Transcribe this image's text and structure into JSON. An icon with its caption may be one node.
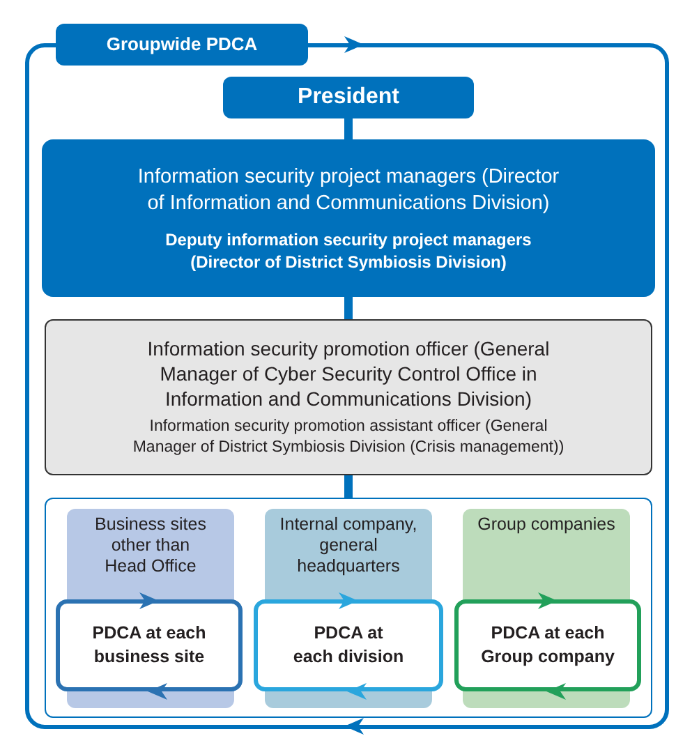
{
  "diagram": {
    "nodes": [
      {
        "text": [
          "Groupwide PDCA"
        ]
      },
      {
        "text": [
          "President"
        ],
        "in": 0
      },
      {
        "text": [
          "Information security project managers (Director of Information and Communications Division)",
          "Deputy information security project managers (Director of District Symbiosis Division)"
        ],
        "in": 0
      },
      {
        "text": [
          "Information security promotion officer (General Manager of Cyber Security Control Office in Information and Communications Division)",
          "Information security promotion assistant officer (General Manager of District Symbiosis Division (Crisis management))"
        ],
        "in": 0
      },
      {
        "text": [],
        "shape": "box",
        "in": 0
      },
      {
        "text": [
          "Business sites other than Head Office"
        ],
        "in": 4
      },
      {
        "text": [
          "PDCA at each business site"
        ],
        "in": 5
      },
      {
        "text": [
          "Internal company, general headquarters"
        ],
        "in": 4
      },
      {
        "text": [
          "PDCA at each division"
        ],
        "in": 7
      },
      {
        "text": [
          "Group companies"
        ],
        "in": 4
      },
      {
        "text": [
          "PDCA at each Group company"
        ],
        "in": 9
      }
    ],
    "edges": [
      {
        "from": 1,
        "to": 2,
        "arrow": "none"
      },
      {
        "from": 2,
        "to": 3,
        "arrow": "none"
      },
      {
        "from": 3,
        "to": 4,
        "arrow": "none"
      }
    ]
  }
}
